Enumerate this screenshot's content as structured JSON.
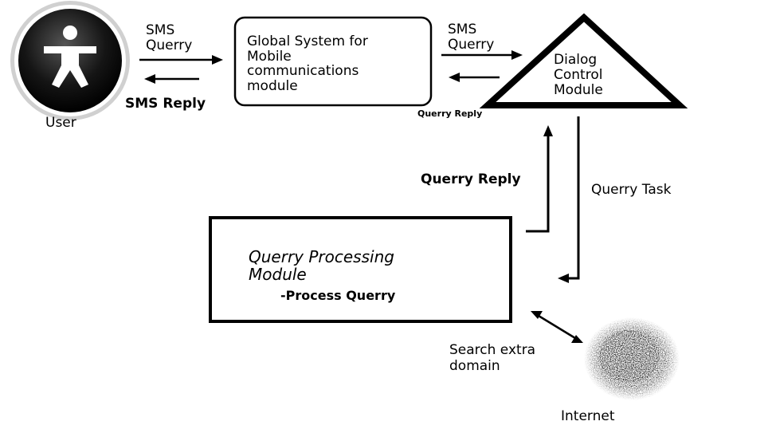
{
  "nodes": {
    "user": {
      "label": "User",
      "icon": "accessibility-person-icon"
    },
    "gsm": {
      "label": "Global System for\nMobile\ncommunications\nmodule"
    },
    "dialog": {
      "label": "Dialog\nControl\nModule"
    },
    "processing": {
      "title": "Querry Processing\nModule",
      "subtitle": "-Process Querry"
    },
    "internet": {
      "label": "Internet",
      "icon": "internet-cloud-icon"
    }
  },
  "edges": {
    "user_to_gsm": "SMS\nQuerry",
    "gsm_to_user": "SMS Reply",
    "gsm_to_dialog": "SMS\nQuerry",
    "dialog_to_gsm": "Querry Reply",
    "processing_to_dialog": "Querry Reply",
    "dialog_to_processing": "Querry Task",
    "processing_internet": "Search extra\ndomain"
  },
  "colors": {
    "ink": "#000000",
    "background": "#ffffff"
  }
}
